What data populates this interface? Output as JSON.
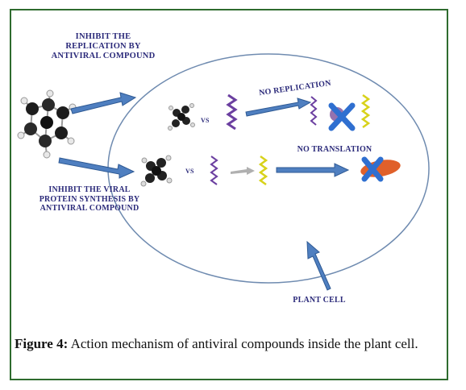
{
  "labels": {
    "inhibit_replication": "INHIBIT THE REPLICATION BY ANTIVIRAL COMPOUND",
    "inhibit_synthesis": "INHIBIT THE VIRAL PROTEIN SYNTHESIS BY ANTIVIRAL COMPOUND",
    "no_replication": "NO REPLICATION",
    "no_translation": "NO TRANSLATION",
    "vs_1": "VS",
    "vs_2": "VS",
    "plant_cell": "PLANT CELL"
  },
  "caption": {
    "label": "Figure 4:",
    "text": " Action mechanism of antiviral compounds inside the plant cell."
  },
  "colors": {
    "frame": "#2e6b2e",
    "arrow": "#4f7fc0",
    "arrow_stroke": "#2f5a94",
    "cell_outline": "#6f8bb0",
    "label_text": "#2b2a7a",
    "rna_purple": "#6b3fa0",
    "rna_yellow": "#d8d21a",
    "block_x": "#2f6fd0",
    "protein": "#e0602a"
  }
}
